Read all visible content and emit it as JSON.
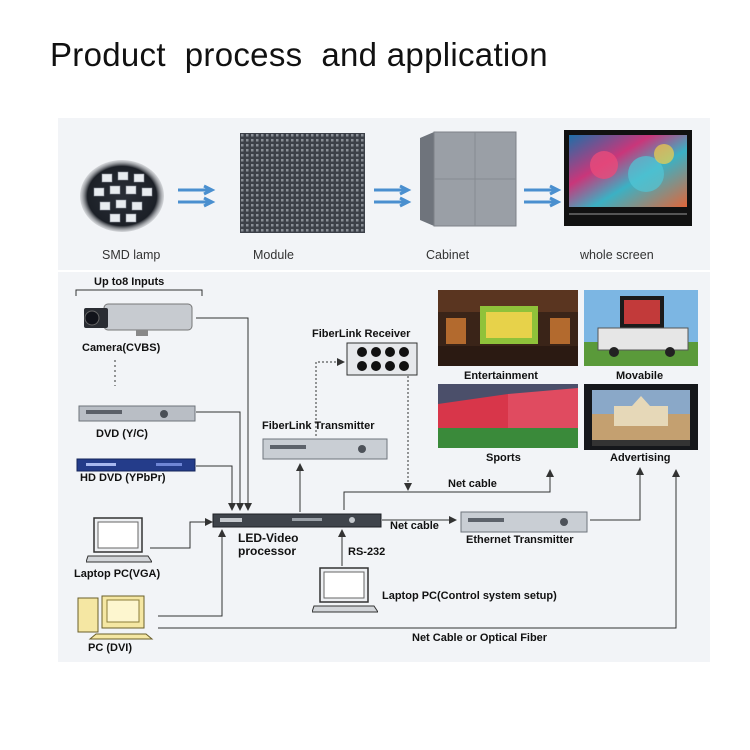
{
  "title": "Product  process  and application",
  "process_steps": [
    "SMD lamp",
    "Module",
    "Cabinet",
    "whole screen"
  ],
  "sources": {
    "inputs_header": "Up to8 Inputs",
    "camera": "Camera(CVBS)",
    "dvd": "DVD  (Y/C)",
    "hd_dvd": "HD DVD (YPbPr)",
    "laptop": "Laptop PC(VGA)",
    "pc": "PC (DVI)"
  },
  "devices": {
    "processor": "LED-Video\nprocessor",
    "fiber_receiver": "FiberLink Receiver",
    "fiber_transmitter": "FiberLink Transmitter",
    "ethernet_transmitter": "Ethernet Transmitter",
    "control_laptop": "Laptop PC(Control system setup)",
    "rs232": "RS-232"
  },
  "connections": {
    "net_cable_1": "Net cable",
    "net_cable_2": "Net cable",
    "net_cable_optical": "Net Cable or Optical  Fiber"
  },
  "applications": [
    "Entertainment",
    "Movabile",
    "Sports",
    "Advertising"
  ]
}
